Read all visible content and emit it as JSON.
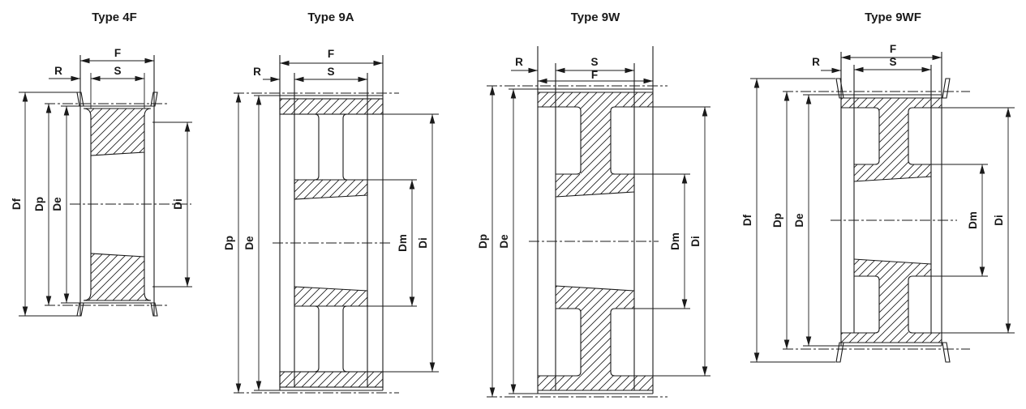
{
  "colors": {
    "ink": "#1a1a1a",
    "background": "#ffffff"
  },
  "diagrams": [
    {
      "title": "Type 4F",
      "dims": {
        "F": "F",
        "S": "S",
        "R": "R",
        "Df": "Df",
        "Dp": "Dp",
        "De": "De",
        "Di": "Di"
      }
    },
    {
      "title": "Type 9A",
      "dims": {
        "F": "F",
        "S": "S",
        "R": "R",
        "Dp": "Dp",
        "De": "De",
        "Dm": "Dm",
        "Di": "Di"
      }
    },
    {
      "title": "Type 9W",
      "dims": {
        "R": "R",
        "S": "S",
        "F": "F",
        "Dp": "Dp",
        "De": "De",
        "Dm": "Dm",
        "Di": "Di"
      }
    },
    {
      "title": "Type 9WF",
      "dims": {
        "F": "F",
        "S": "S",
        "R": "R",
        "Df": "Df",
        "Dp": "Dp",
        "De": "De",
        "Dm": "Dm",
        "Di": "Di"
      }
    }
  ]
}
